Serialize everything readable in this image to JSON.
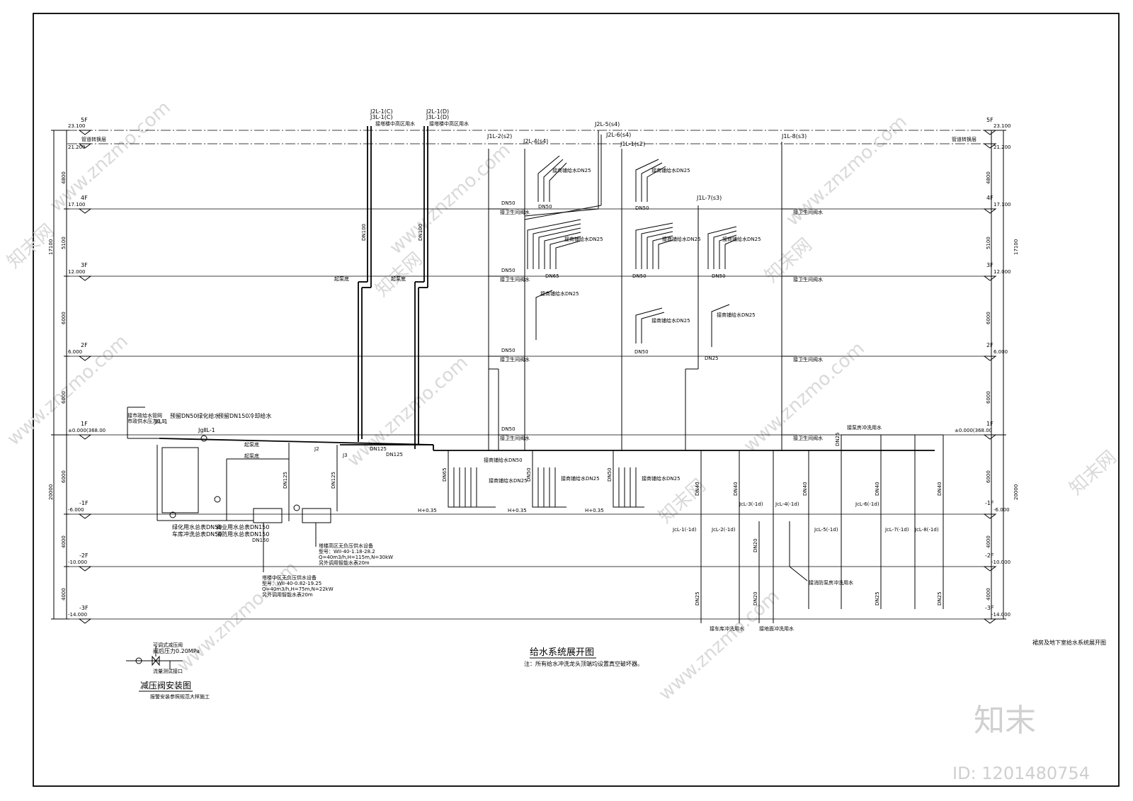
{
  "levels": [
    {
      "name": "5F",
      "elev": "23.100"
    },
    {
      "name": "4F",
      "elev": "17.100"
    },
    {
      "name": "3F",
      "elev": "12.000"
    },
    {
      "name": "2F",
      "elev": "6.000"
    },
    {
      "name": "1F",
      "elev": "±0.000(368.00"
    },
    {
      "name": "-1F",
      "elev": "-6.000"
    },
    {
      "name": "-2F",
      "elev": "-10.000"
    },
    {
      "name": "-3F",
      "elev": "-14.000"
    }
  ],
  "pipe_floor_label": "管道转换层",
  "pipe_floor_elev": "21.200",
  "dims": {
    "left": [
      "4800",
      "5100",
      "6000",
      "6000",
      "6000",
      "4000",
      "4000"
    ],
    "total_upper": "17100",
    "total_lower": "20000",
    "right": [
      "4800",
      "5100",
      "6000",
      "6000",
      "6000",
      "4000",
      "4000"
    ]
  },
  "risers": {
    "j2l_1c": "J2L-1(C)",
    "j3l_1c": "J3L-1(C)",
    "j2l_1d": "J2L-1(D)",
    "j3l_1d": "J3L-1(D)",
    "tower_mid_c": "接塔楼中高区用水",
    "tower_mid_d": "接塔楼中高区用水",
    "j1l_2": "J1L-2(s2)",
    "j2l_4": "J2L-4(s4)",
    "j2l_5": "J2L-5(s4)",
    "j2l_6": "J2L-6(s4)",
    "j1l_1": "J1L-1(s2)",
    "j1l_7": "J1L-7(s3)",
    "j1l_8": "J1L-8(s3)"
  },
  "pipe_labels": {
    "dn100_a": "DN100",
    "dn100_b": "DN100",
    "dn125_a": "DN125",
    "dn125_b": "DN125",
    "dn125_c": "DN125",
    "dn125_d": "DN125",
    "dn50": "DN50",
    "dn25": "DN25",
    "dn65": "DN65",
    "dn40": "DN40",
    "dn20": "DN20",
    "dn150": "DN150",
    "j2": "J2",
    "j3": "J3"
  },
  "fixture_labels": {
    "shop_tap": "接商铺给水",
    "toilet_valve": "接卫生间阀水",
    "parking_wash": "接车库冲洗用水",
    "pump_wash": "接泵房冲洗用水",
    "garage_wash": "接地面冲洗用水",
    "exhaust": "起泵底",
    "shop_dn25": "接商铺给水DN25",
    "shop_dn50": "接商铺给水DN50"
  },
  "supply": {
    "city_main": "接市政给水管网",
    "city_note": "市政供水压力0.5",
    "jl_1": "JⅡL-1",
    "jgl_1": "JgⅡL-1",
    "pipe_dn50": "预留DN50绿化给水",
    "pipe_dn150": "预留DN150冷却给水",
    "tank_in": "绿化用水总表DN50",
    "tank_out": "车库冲洗总表DN50",
    "meter1": "商业用水总表DN150",
    "meter2": "消防用水总表DN150"
  },
  "equipment": [
    {
      "title": "塔楼高区无负压供水设备",
      "model": "型号：WII-40-1.18-28.2",
      "params": "Q=40m3/h,H=115m,N=30kW",
      "note": "另外调用智能水表20m"
    },
    {
      "title": "塔楼中区无负压供水设备",
      "model": "型号：WII-40-0.82-19.25",
      "params": "Q=40m3/h,H=75m,N=22kW",
      "note": "另外调用智能水表20m"
    }
  ],
  "heights": {
    "a": "H+0.35",
    "b": "H+0.35",
    "c": "H+0.35"
  },
  "basement_risers": [
    "JcL-1(-1d)",
    "JcL-2(-1d)",
    "JcL-3(-1d)",
    "JcL-4(-1d)",
    "JcL-5(-1d)",
    "JcL-6(-1d)",
    "JcL-7(-1d)",
    "JcL-8(-1d)"
  ],
  "basement_note": "接消防泵房冲洗用水",
  "prv_detail": {
    "title": "减压阀安装图",
    "label1": "可调式减压阀",
    "label2": "阀后压力0.20MPa",
    "label3": "流量测试接口",
    "note": "报警安装参照规范大样施工"
  },
  "drawing_title": "给水系统展开图",
  "drawing_note": "注：所有给水冲洗龙头顶端均设置真空破坏器。",
  "side_title": "裙房及地下室给水系统展开图",
  "watermarks": {
    "site": "www.znzmo.com",
    "brand": "知末网",
    "logo": "知末",
    "id": "ID: 1201480754"
  }
}
